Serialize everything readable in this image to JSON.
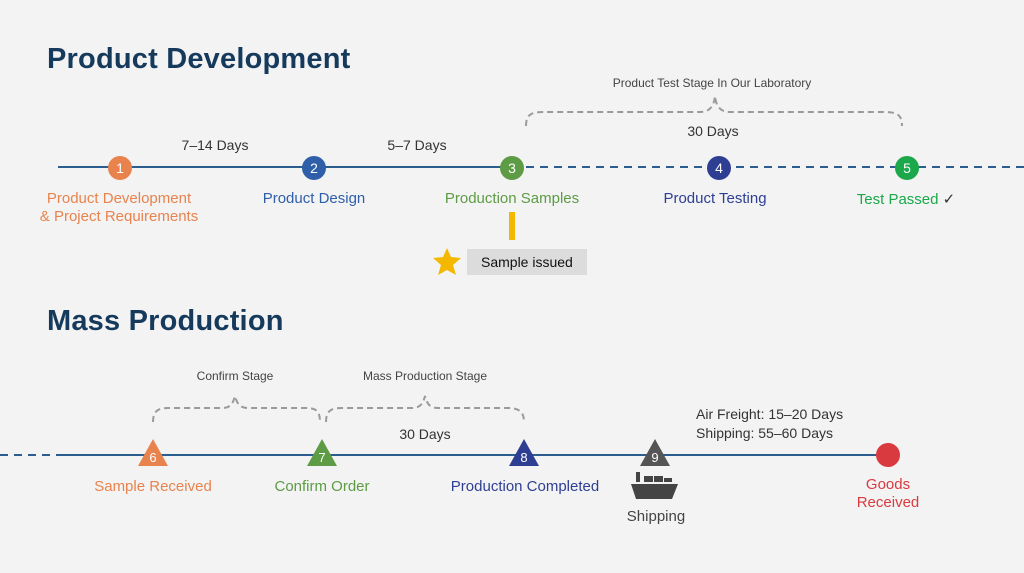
{
  "sections": {
    "development_title": "Product Development",
    "mass_title": "Mass Production"
  },
  "development": {
    "stage_label": "Product Test Stage In Our Laboratory",
    "stage_duration": "30 Days",
    "durations": [
      "7–14 Days",
      "5–7 Days"
    ],
    "steps": [
      {
        "num": "1",
        "label_line1": "Product Development",
        "label_line2": "& Project Requirements",
        "color": "#e8834e"
      },
      {
        "num": "2",
        "label": "Product Design",
        "color": "#2e5fa8"
      },
      {
        "num": "3",
        "label": "Production Samples",
        "color": "#5d9b45"
      },
      {
        "num": "4",
        "label": "Product Testing",
        "color": "#2e3f93"
      },
      {
        "num": "5",
        "label": "Test Passed",
        "color": "#1aa84a"
      }
    ],
    "check_mark": "✓",
    "sample_badge": "Sample issued",
    "star_icon": "star-icon"
  },
  "mass": {
    "confirm_stage_label": "Confirm Stage",
    "mass_stage_label": "Mass Production Stage",
    "mass_stage_duration": "30 Days",
    "freight_air": "Air Freight: 15–20 Days",
    "freight_ship": "Shipping: 55–60 Days",
    "steps": [
      {
        "num": "6",
        "label": "Sample Received",
        "color": "#e8834e"
      },
      {
        "num": "7",
        "label": "Confirm Order",
        "color": "#5d9b45"
      },
      {
        "num": "8",
        "label": "Production Completed",
        "color": "#2e3f93"
      },
      {
        "num": "9",
        "label": "Shipping",
        "color": "#555555"
      }
    ],
    "goods_line1": "Goods",
    "goods_line2": "Received",
    "goods_color": "#d93a3f",
    "ship_icon": "cargo-ship-icon"
  },
  "colors": {
    "line": "#2b5d8f",
    "brace": "#9a9a9a",
    "badge_bg": "#dcdcdc",
    "marker": "#f5b800"
  }
}
